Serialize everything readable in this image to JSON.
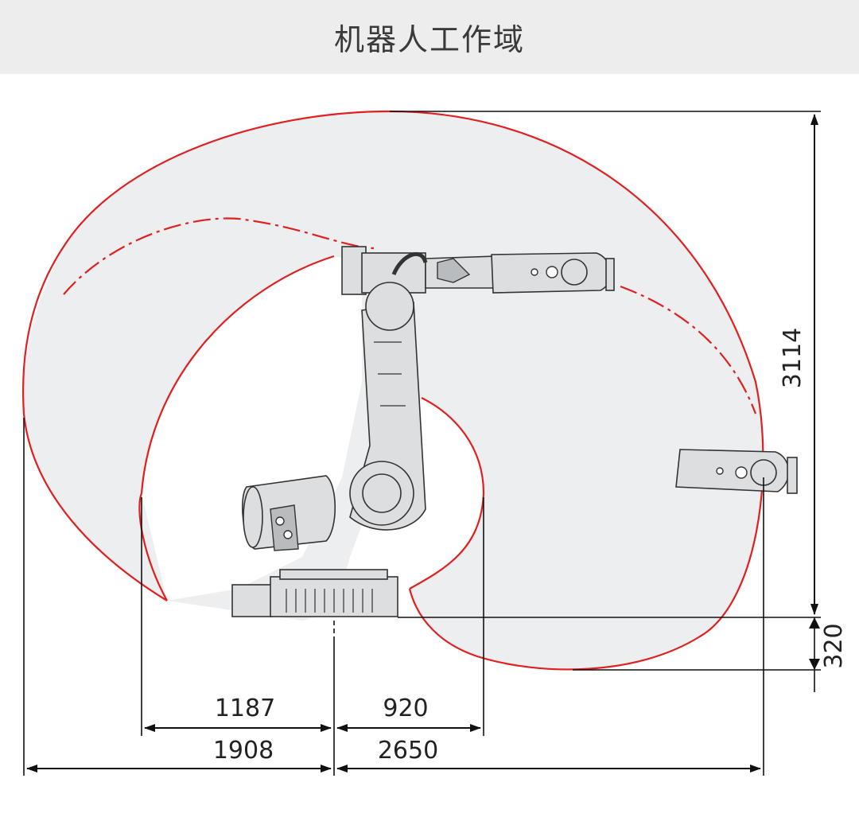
{
  "header": {
    "title": "机器人工作域"
  },
  "diagram": {
    "dimensions": {
      "height_total": "3114",
      "height_base": "320",
      "inner_left": "1187",
      "inner_right": "920",
      "outer_left": "1908",
      "outer_right": "2650"
    },
    "colors": {
      "envelope_line": "#e02020",
      "envelope_fill": "#eceef0",
      "robot_fill": "#dcdee0",
      "robot_stroke": "#333333",
      "dimension_line": "#111111"
    }
  }
}
